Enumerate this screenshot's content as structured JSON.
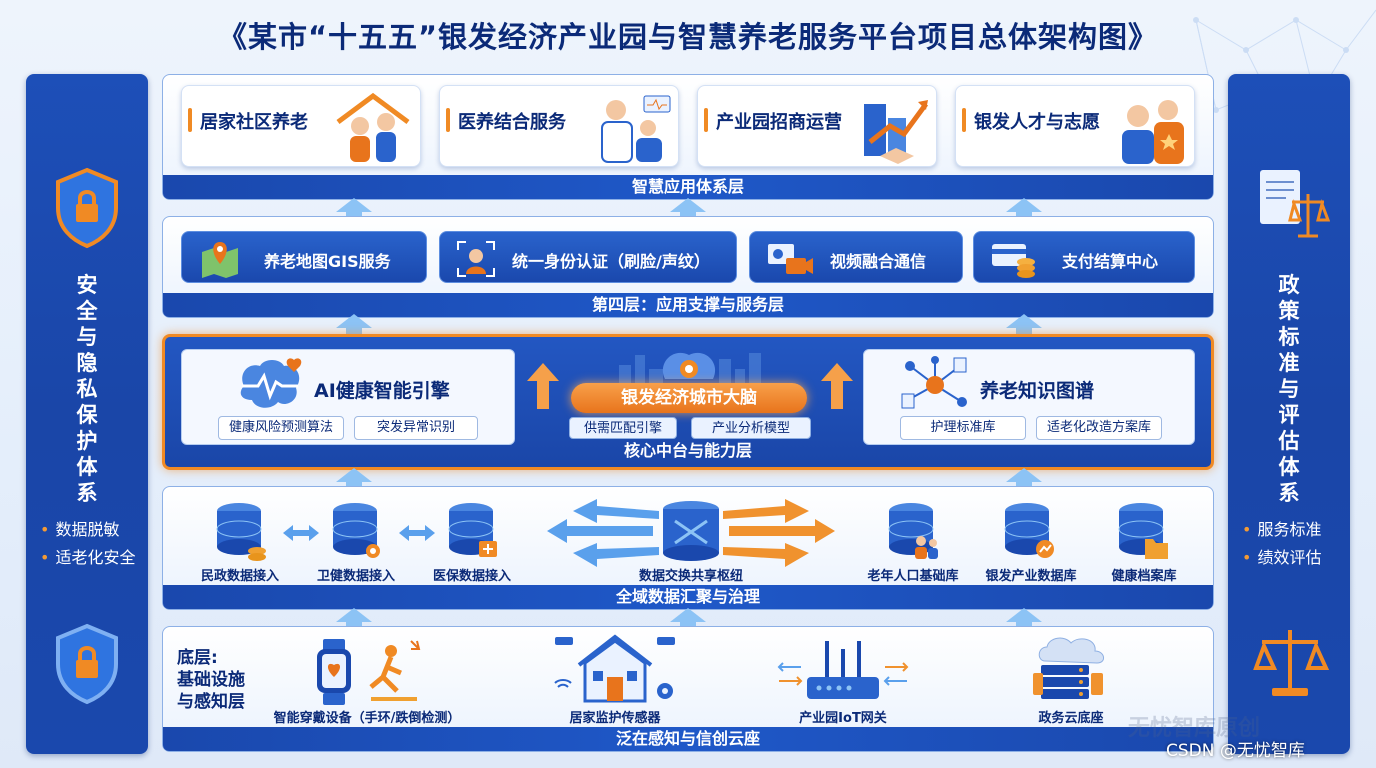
{
  "title": "《某市“十五五”银发经济产业园与智慧养老服务平台项目总体架构图》",
  "left_pillar": {
    "title_chars": [
      "安",
      "全",
      "与",
      "隐",
      "私",
      "保",
      "护",
      "体",
      "系"
    ],
    "items": [
      "数据脱敏",
      "适老化安全"
    ]
  },
  "right_pillar": {
    "title_chars": [
      "政",
      "策",
      "标",
      "准",
      "与",
      "评",
      "估",
      "体",
      "系"
    ],
    "items": [
      "服务标准",
      "绩效评估"
    ]
  },
  "layer_app": {
    "band": "智慧应用体系层",
    "cards": [
      "居家社区养老",
      "医养结合服务",
      "产业园招商运营",
      "银发人才与志愿"
    ]
  },
  "layer_support": {
    "band": "第四层：应用支撑与服务层",
    "pills": [
      "养老地图GIS服务",
      "统一身份认证（刷脸/声纹）",
      "视频融合通信",
      "支付结算中心"
    ]
  },
  "layer_core": {
    "band": "核心中台与能力层",
    "left_engine": {
      "title": "AI健康智能引擎",
      "chips": [
        "健康风险预测算法",
        "突发异常识别"
      ]
    },
    "center": {
      "title": "银发经济城市大脑",
      "chips": [
        "供需匹配引擎",
        "产业分析模型"
      ]
    },
    "right_engine": {
      "title": "养老知识图谱",
      "chips": [
        "护理标准库",
        "适老化改造方案库"
      ]
    }
  },
  "layer_data": {
    "band": "全域数据汇聚与治理",
    "left_dbs": [
      "民政数据接入",
      "卫健数据接入",
      "医保数据接入"
    ],
    "hub": "数据交换共享枢纽",
    "right_dbs": [
      "老年人口基础库",
      "银发产业数据库",
      "健康档案库"
    ]
  },
  "layer_base": {
    "band": "泛在感知与信创云座",
    "side_title": [
      "底层:",
      "基础设施",
      "与感知层"
    ],
    "items": [
      "智能穿戴设备（手环/跌倒检测）",
      "居家监护传感器",
      "产业园IoT网关",
      "政务云底座"
    ]
  },
  "watermark": "无忧智库原创",
  "csdn": "CSDN @无忧智库",
  "colors": {
    "primary": "#1a48ad",
    "accent": "#f08a24",
    "light": "#eaf2fd"
  }
}
